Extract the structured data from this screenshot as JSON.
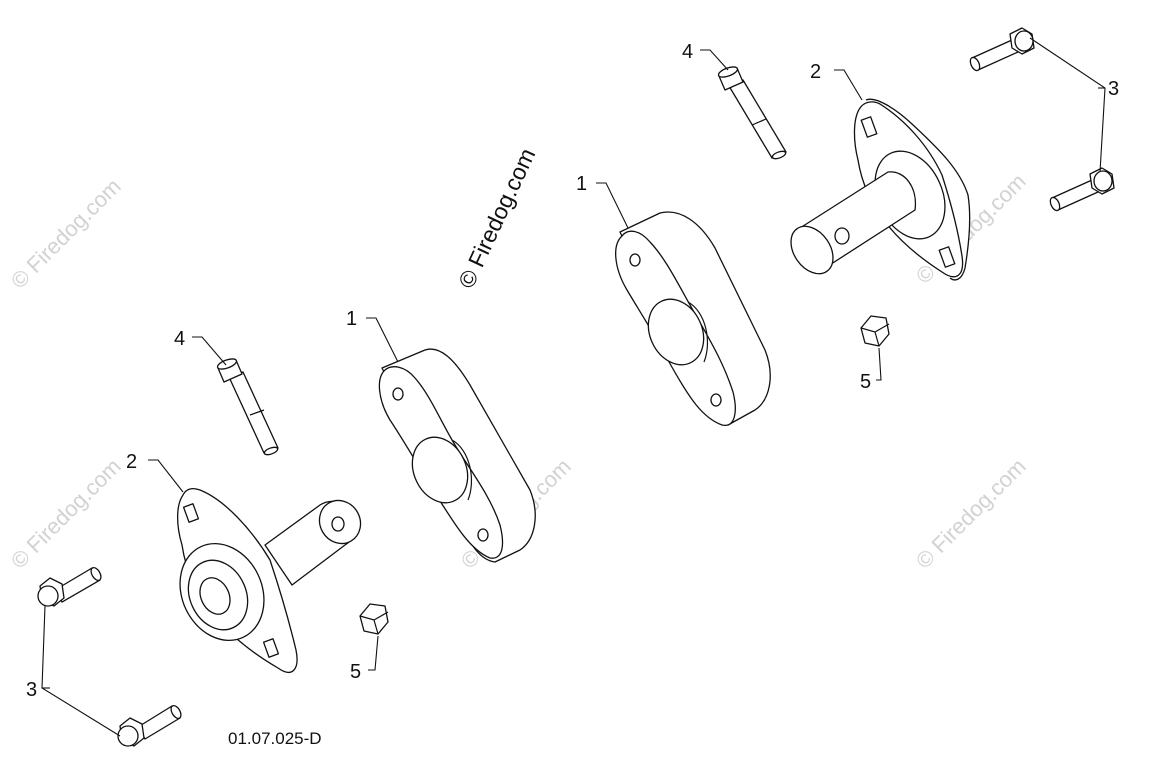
{
  "callouts": {
    "spacer_left": "1",
    "spacer_right": "1",
    "bearing_left": "2",
    "bearing_right": "2",
    "flange_bolt_left": "3",
    "flange_bolt_right": "3",
    "bolt_left": "4",
    "bolt_right": "4",
    "nut_left": "5",
    "nut_right": "5"
  },
  "diagram_code": "01.07.025-D",
  "watermark": {
    "main": "© Firedog.com",
    "faint": "© Firedog.com"
  },
  "colors": {
    "line": "#111111",
    "watermark": "#d2d2d2"
  }
}
